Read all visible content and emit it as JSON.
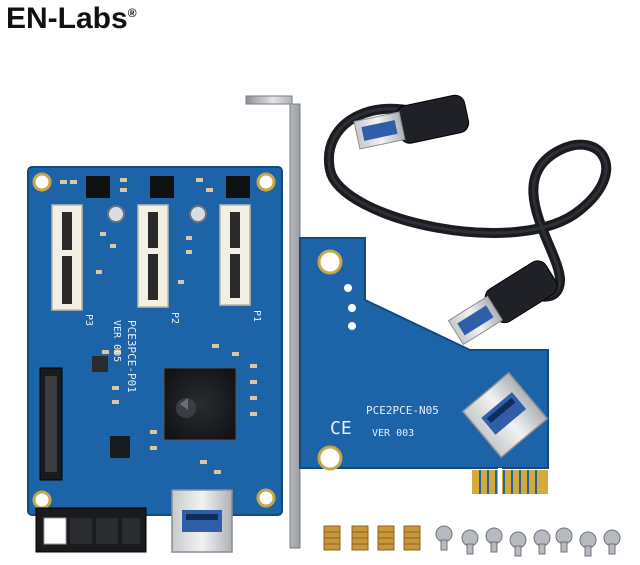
{
  "brand": {
    "logo_text": "EN-Labs",
    "registered_mark": "®"
  },
  "board": {
    "model": "PCE3PCE-P01",
    "version": "VER 005",
    "slot_labels": [
      "P3",
      "P2",
      "P1"
    ]
  },
  "adapter": {
    "model": "PCE2PCE-N05",
    "version": "VER 003",
    "ce_mark": "CE"
  },
  "accessories": {
    "standoff_count": 4,
    "screw_count": 8
  },
  "colors": {
    "pcb": "#1d63a8",
    "pcb_dark": "#16508a",
    "slot": "#f2efe4",
    "cable": "#1a1c20",
    "bracket": "#b9bcc0",
    "gold": "#d7a93b"
  }
}
